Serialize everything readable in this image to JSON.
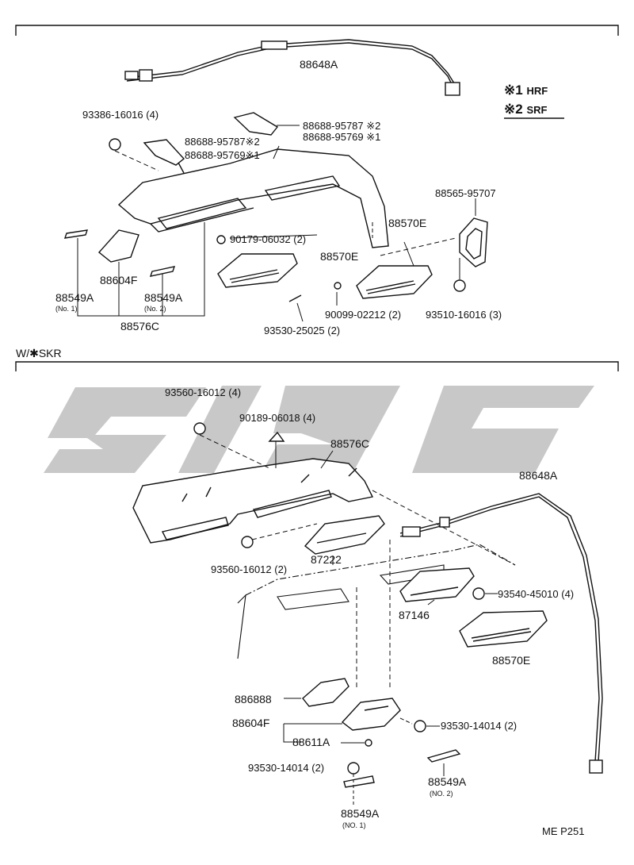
{
  "top_section": {
    "legend": [
      {
        "mark": "※1",
        "code": "HRF"
      },
      {
        "mark": "※2",
        "code": "SRF"
      }
    ],
    "labels": {
      "p88648A": "88648A",
      "p93386": "93386-16016 (4)",
      "p88688_95787_a": "88688-95787 ※2",
      "p88688_95769_a": "88688-95769 ※1",
      "p88688_95787_b": "88688-95787※2",
      "p88688_95769_b": "88688-95769※1",
      "p88565": "88565-95707",
      "p88570E_r": "88570E",
      "p90179": "90179-06032 (2)",
      "p88570E_c": "88570E",
      "p88604F": "88604F",
      "p88549A_1": "88549A",
      "p88549A_1_sub": "(No. 1)",
      "p88549A_2": "88549A",
      "p88549A_2_sub": "(No. 2)",
      "p88576C": "88576C",
      "p90099": "90099-02212 (2)",
      "p93510": "93510-16016 (3)",
      "p93530_25025": "93530-25025 (2)"
    }
  },
  "bottom_section": {
    "title": "W/✱SKR",
    "labels": {
      "p93560_a": "93560-16012 (4)",
      "p90189": "90189-06018 (4)",
      "p88576C": "88576C",
      "p88648A": "88648A",
      "p93560_b": "93560-16012 (2)",
      "p87222": "87222",
      "p93540": "93540-45010 (4)",
      "p87146": "87146",
      "p88570E": "88570E",
      "p886888": "886888",
      "p88604F": "88604F",
      "p88611A": "88611A",
      "p93530_14014_r": "93530-14014 (2)",
      "p93530_14014_l": "93530-14014 (2)",
      "p88549A_2": "88549A",
      "p88549A_2_sub": "(NO. 2)",
      "p88549A_1": "88549A",
      "p88549A_1_sub": "(NO. 1)"
    }
  },
  "footer": {
    "page_ref": "ME  P251"
  }
}
